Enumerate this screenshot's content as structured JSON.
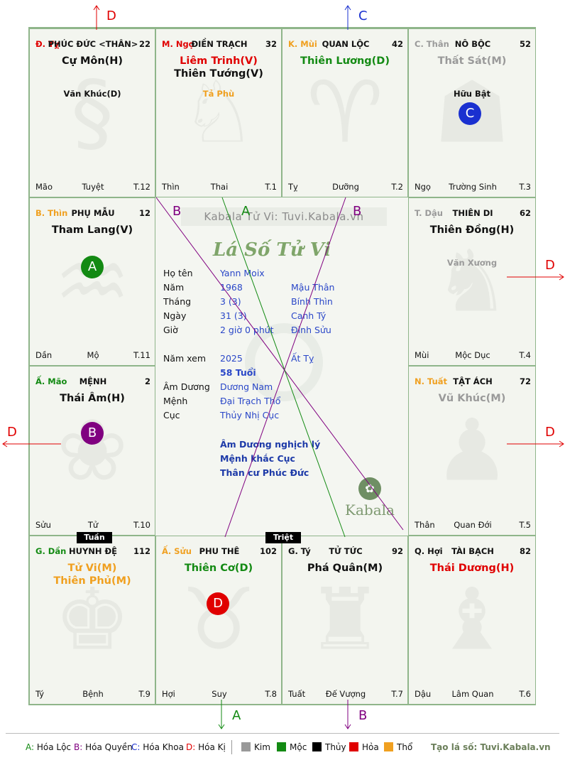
{
  "colors": {
    "red": "#e00000",
    "green": "#138a13",
    "blue": "#1a30d0",
    "purple": "#800080",
    "orange": "#f0a020",
    "gray": "#9a9a9a",
    "dark": "#111111"
  },
  "palaces": [
    {
      "key": "ty",
      "branch": "Đ. Tỵ",
      "branch_color": "#e00000",
      "name": "PHÚC ĐỨC <THÂN>",
      "num": "22",
      "stars": [
        {
          "text": "Cự Môn(H)",
          "color": "#111111"
        }
      ],
      "minor": {
        "text": "Văn Khúc(D)",
        "color": "#111111"
      },
      "foot": {
        "left": "Mão",
        "mid": "Tuyệt",
        "right": "T.12"
      },
      "zodiac": "§"
    },
    {
      "key": "ngo",
      "branch": "M. Ngọ",
      "branch_color": "#e00000",
      "name": "ĐIỀN TRẠCH",
      "num": "32",
      "stars": [
        {
          "text": "Liêm Trinh(V)",
          "color": "#e00000"
        },
        {
          "text": "Thiên Tướng(V)",
          "color": "#111111"
        }
      ],
      "minor": {
        "text": "Tả Phù",
        "color": "#f0a020"
      },
      "foot": {
        "left": "Thìn",
        "mid": "Thai",
        "right": "T.1"
      },
      "zodiac": "♘"
    },
    {
      "key": "mui",
      "branch": "K. Mùi",
      "branch_color": "#f0a020",
      "name": "QUAN LỘC",
      "num": "42",
      "stars": [
        {
          "text": "Thiên Lương(D)",
          "color": "#138a13"
        }
      ],
      "minor": {
        "text": "",
        "color": "#111111"
      },
      "foot": {
        "left": "Tỵ",
        "mid": "Dưỡng",
        "right": "T.2"
      },
      "zodiac": "♈"
    },
    {
      "key": "than",
      "branch": "C. Thân",
      "branch_color": "#9a9a9a",
      "name": "NÔ BỘC",
      "num": "52",
      "stars": [
        {
          "text": "Thất Sát(M)",
          "color": "#9a9a9a"
        }
      ],
      "minor": {
        "text": "Hữu Bật",
        "color": "#111111"
      },
      "foot": {
        "left": "Ngọ",
        "mid": "Trường Sinh",
        "right": "T.3"
      },
      "zodiac": "☗"
    },
    {
      "key": "thin",
      "branch": "B. Thìn",
      "branch_color": "#f0a020",
      "name": "PHỤ MẪU",
      "num": "12",
      "stars": [
        {
          "text": "Tham Lang(V)",
          "color": "#111111"
        }
      ],
      "minor": {
        "text": "",
        "color": "#111111"
      },
      "foot": {
        "left": "Dần",
        "mid": "Mộ",
        "right": "T.11"
      },
      "zodiac": "♒"
    },
    {
      "key": "dau",
      "branch": "T. Dậu",
      "branch_color": "#9a9a9a",
      "name": "THIÊN DI",
      "num": "62",
      "stars": [
        {
          "text": "Thiên Đồng(H)",
          "color": "#111111"
        }
      ],
      "minor": {
        "text": "Văn Xương",
        "color": "#9a9a9a"
      },
      "foot": {
        "left": "Mùi",
        "mid": "Mộc Dục",
        "right": "T.4"
      },
      "zodiac": "♞"
    },
    {
      "key": "mao",
      "branch": "Ấ. Mão",
      "branch_color": "#138a13",
      "name": "MỆNH",
      "num": "2",
      "stars": [
        {
          "text": "Thái Âm(H)",
          "color": "#111111"
        }
      ],
      "minor": {
        "text": "",
        "color": "#111111"
      },
      "foot": {
        "left": "Sửu",
        "mid": "Tử",
        "right": "T.10"
      },
      "zodiac": "❀"
    },
    {
      "key": "tuat",
      "branch": "N. Tuất",
      "branch_color": "#f0a020",
      "name": "TẬT ÁCH",
      "num": "72",
      "stars": [
        {
          "text": "Vũ Khúc(M)",
          "color": "#9a9a9a"
        }
      ],
      "minor": {
        "text": "",
        "color": "#111111"
      },
      "foot": {
        "left": "Thân",
        "mid": "Quan Đới",
        "right": "T.5"
      },
      "zodiac": "♟"
    },
    {
      "key": "dan",
      "branch": "G. Dần",
      "branch_color": "#138a13",
      "name": "HUYNH ĐỆ",
      "num": "112",
      "stars": [
        {
          "text": "Tử Vi(M)",
          "color": "#f0a020"
        },
        {
          "text": "Thiên Phủ(M)",
          "color": "#f0a020"
        }
      ],
      "minor": {
        "text": "",
        "color": "#111111"
      },
      "foot": {
        "left": "Tý",
        "mid": "Bệnh",
        "right": "T.9"
      },
      "zodiac": "♚"
    },
    {
      "key": "suu",
      "branch": "Ấ. Sửu",
      "branch_color": "#f0a020",
      "name": "PHU THÊ",
      "num": "102",
      "stars": [
        {
          "text": "Thiên Cơ(D)",
          "color": "#138a13"
        }
      ],
      "minor": {
        "text": "",
        "color": "#111111"
      },
      "foot": {
        "left": "Hợi",
        "mid": "Suy",
        "right": "T.8"
      },
      "zodiac": "♉"
    },
    {
      "key": "ty2",
      "branch": "G. Tý",
      "branch_color": "#111111",
      "name": "TỬ TỨC",
      "num": "92",
      "stars": [
        {
          "text": "Phá Quân(M)",
          "color": "#111111"
        }
      ],
      "minor": {
        "text": "",
        "color": "#111111"
      },
      "foot": {
        "left": "Tuất",
        "mid": "Đế Vượng",
        "right": "T.7"
      },
      "zodiac": "♜"
    },
    {
      "key": "hoi",
      "branch": "Q. Hợi",
      "branch_color": "#111111",
      "name": "TÀI BẠCH",
      "num": "82",
      "stars": [
        {
          "text": "Thái Dương(H)",
          "color": "#e00000"
        }
      ],
      "minor": {
        "text": "",
        "color": "#111111"
      },
      "foot": {
        "left": "Dậu",
        "mid": "Lâm Quan",
        "right": "T.6"
      },
      "zodiac": "♝"
    }
  ],
  "markers": [
    {
      "letter": "A",
      "color": "#138a13"
    },
    {
      "letter": "B",
      "color": "#800080"
    },
    {
      "letter": "C",
      "color": "#1a30d0"
    },
    {
      "letter": "D",
      "color": "#e00000"
    }
  ],
  "center": {
    "watermark": "Kabala Tử Vi: Tuvi.Kabala.vn",
    "logo_title": "Lá Số Tử Vi",
    "logo_word": "Kabala",
    "rows": [
      {
        "label": "Họ tên",
        "v1": "Yann Moix",
        "v2": ""
      },
      {
        "label": "Năm",
        "v1": "1968",
        "v2": "Mậu Thân"
      },
      {
        "label": "Tháng",
        "v1": "3  (3)",
        "v2": "Bính Thìn"
      },
      {
        "label": "Ngày",
        "v1": "31  (3)",
        "v2": "Canh Tý"
      },
      {
        "label": "Giờ",
        "v1": "2 giờ 0 phút",
        "v2": "Đinh Sửu"
      },
      {
        "label": "Năm xem",
        "v1": "2025",
        "v2": "Ất Tỵ"
      },
      {
        "label": "",
        "v1": "58 Tuổi",
        "v2": ""
      },
      {
        "label": "Âm Dương",
        "v1": "Dương Nam",
        "v2": ""
      },
      {
        "label": "Mệnh",
        "v1": "Đại Trạch Thổ",
        "v2": ""
      },
      {
        "label": "Cục",
        "v1": "Thủy Nhị Cục",
        "v2": ""
      }
    ],
    "notes": [
      "Âm Dương nghịch lý",
      "Mệnh khắc Cục",
      "Thân cư Phúc Đức"
    ]
  },
  "tags": {
    "tuan": "Tuần",
    "triet": "Triệt"
  },
  "arrow_labels": {
    "top_left": "D",
    "top_right": "C",
    "right_upper": "D",
    "right_lower": "D",
    "left_lower": "D",
    "bottom_left": "A",
    "bottom_right": "B",
    "inner_b1": "B",
    "inner_a": "A",
    "inner_b2": "B"
  },
  "legend": {
    "items": [
      {
        "key": "A:",
        "text": "Hóa Lộc",
        "color": "#138a13"
      },
      {
        "key": "B:",
        "text": "Hóa Quyền",
        "color": "#800080"
      },
      {
        "key": "C:",
        "text": "Hóa Khoa",
        "color": "#1a30d0"
      },
      {
        "key": "D:",
        "text": "Hóa Kị",
        "color": "#e00000"
      }
    ],
    "elements": [
      {
        "text": "Kim",
        "color": "#999999"
      },
      {
        "text": "Mộc",
        "color": "#138a13"
      },
      {
        "text": "Thủy",
        "color": "#000000"
      },
      {
        "text": "Hỏa",
        "color": "#e00000"
      },
      {
        "text": "Thổ",
        "color": "#f0a020"
      }
    ],
    "site": "Tạo lá số: Tuvi.Kabala.vn"
  }
}
